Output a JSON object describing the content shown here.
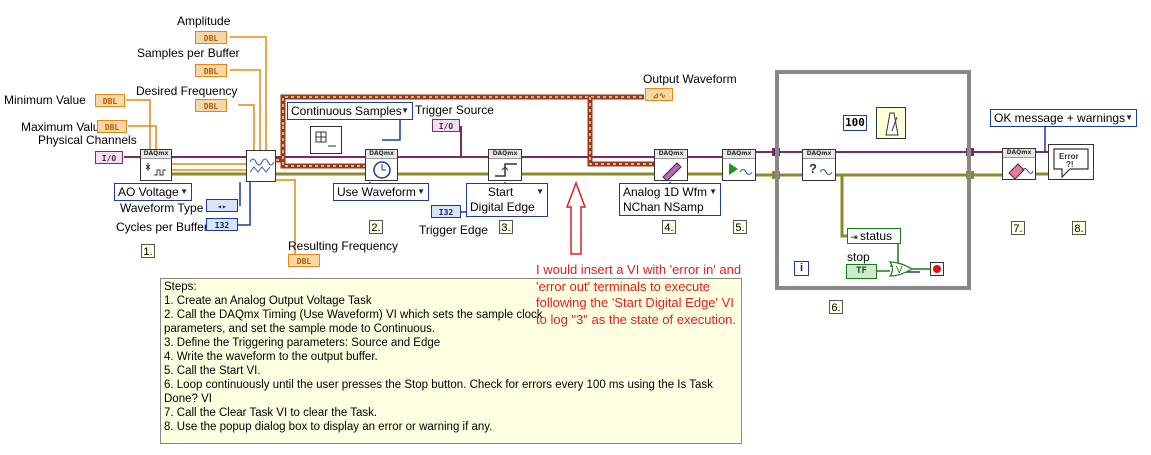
{
  "labels": {
    "amplitude": "Amplitude",
    "samples_per_buffer": "Samples per Buffer",
    "desired_frequency": "Desired Frequency",
    "minimum_value": "Minimum Value",
    "maximum_value": "Maximum Value",
    "physical_channels": "Physical Channels",
    "waveform_type": "Waveform Type",
    "cycles_per_buffer": "Cycles per Buffer",
    "resulting_frequency": "Resulting Frequency",
    "trigger_source": "Trigger Source",
    "trigger_edge": "Trigger Edge",
    "output_waveform": "Output Waveform",
    "stop": "stop",
    "status": "status"
  },
  "terminals": {
    "dbl": "DBL",
    "io": "I/O",
    "i32": "I32",
    "enum": "◂▸",
    "tf": "TF",
    "daqmx": "DAQmx",
    "loop_iteration": "i",
    "wait_ms": "100"
  },
  "controls": {
    "ao_voltage": "AO Voltage",
    "continuous_samples": "Continuous Samples",
    "use_waveform": "Use Waveform",
    "start_digital_edge_line1": "Start",
    "start_digital_edge_line2": "Digital Edge",
    "analog_wfm_line1": "Analog 1D Wfm",
    "analog_wfm_line2": "NChan NSamp",
    "ok_message": "OK message + warnings"
  },
  "steps": [
    "1.",
    "2.",
    "3.",
    "4.",
    "5.",
    "6.",
    "7.",
    "8."
  ],
  "notes": [
    "Steps:",
    "1. Create an Analog Output Voltage Task",
    "2. Call the DAQmx Timing (Use Waveform) VI which sets the sample clock",
    "parameters, and set the sample mode to Continuous.",
    "3. Define the Triggering parameters: Source and Edge",
    "4. Write the waveform to the output buffer.",
    "5. Call the Start VI.",
    "6. Loop continuously until the user presses the Stop button. Check for errors every 100 ms using the Is Task",
    "Done? VI",
    "7. Call the Clear Task VI to clear the Task.",
    "8. Use the popup dialog box to display an error or warning if any."
  ],
  "comment": "I would insert a VI with 'error in' and 'error out' terminals to execute following the 'Start Digital Edge' VI to log \"3\" as the state of execution.",
  "colors": {
    "wire_task": "#7a2a6a",
    "wire_error": "#8a8a2a",
    "wire_waveform": "#9a3a1a",
    "wire_dbl": "#e08a14",
    "wire_i32": "#1a3aa0",
    "wire_bool": "#1a7a1a",
    "annotation": "#e02020",
    "loop_frame": "#888888"
  }
}
